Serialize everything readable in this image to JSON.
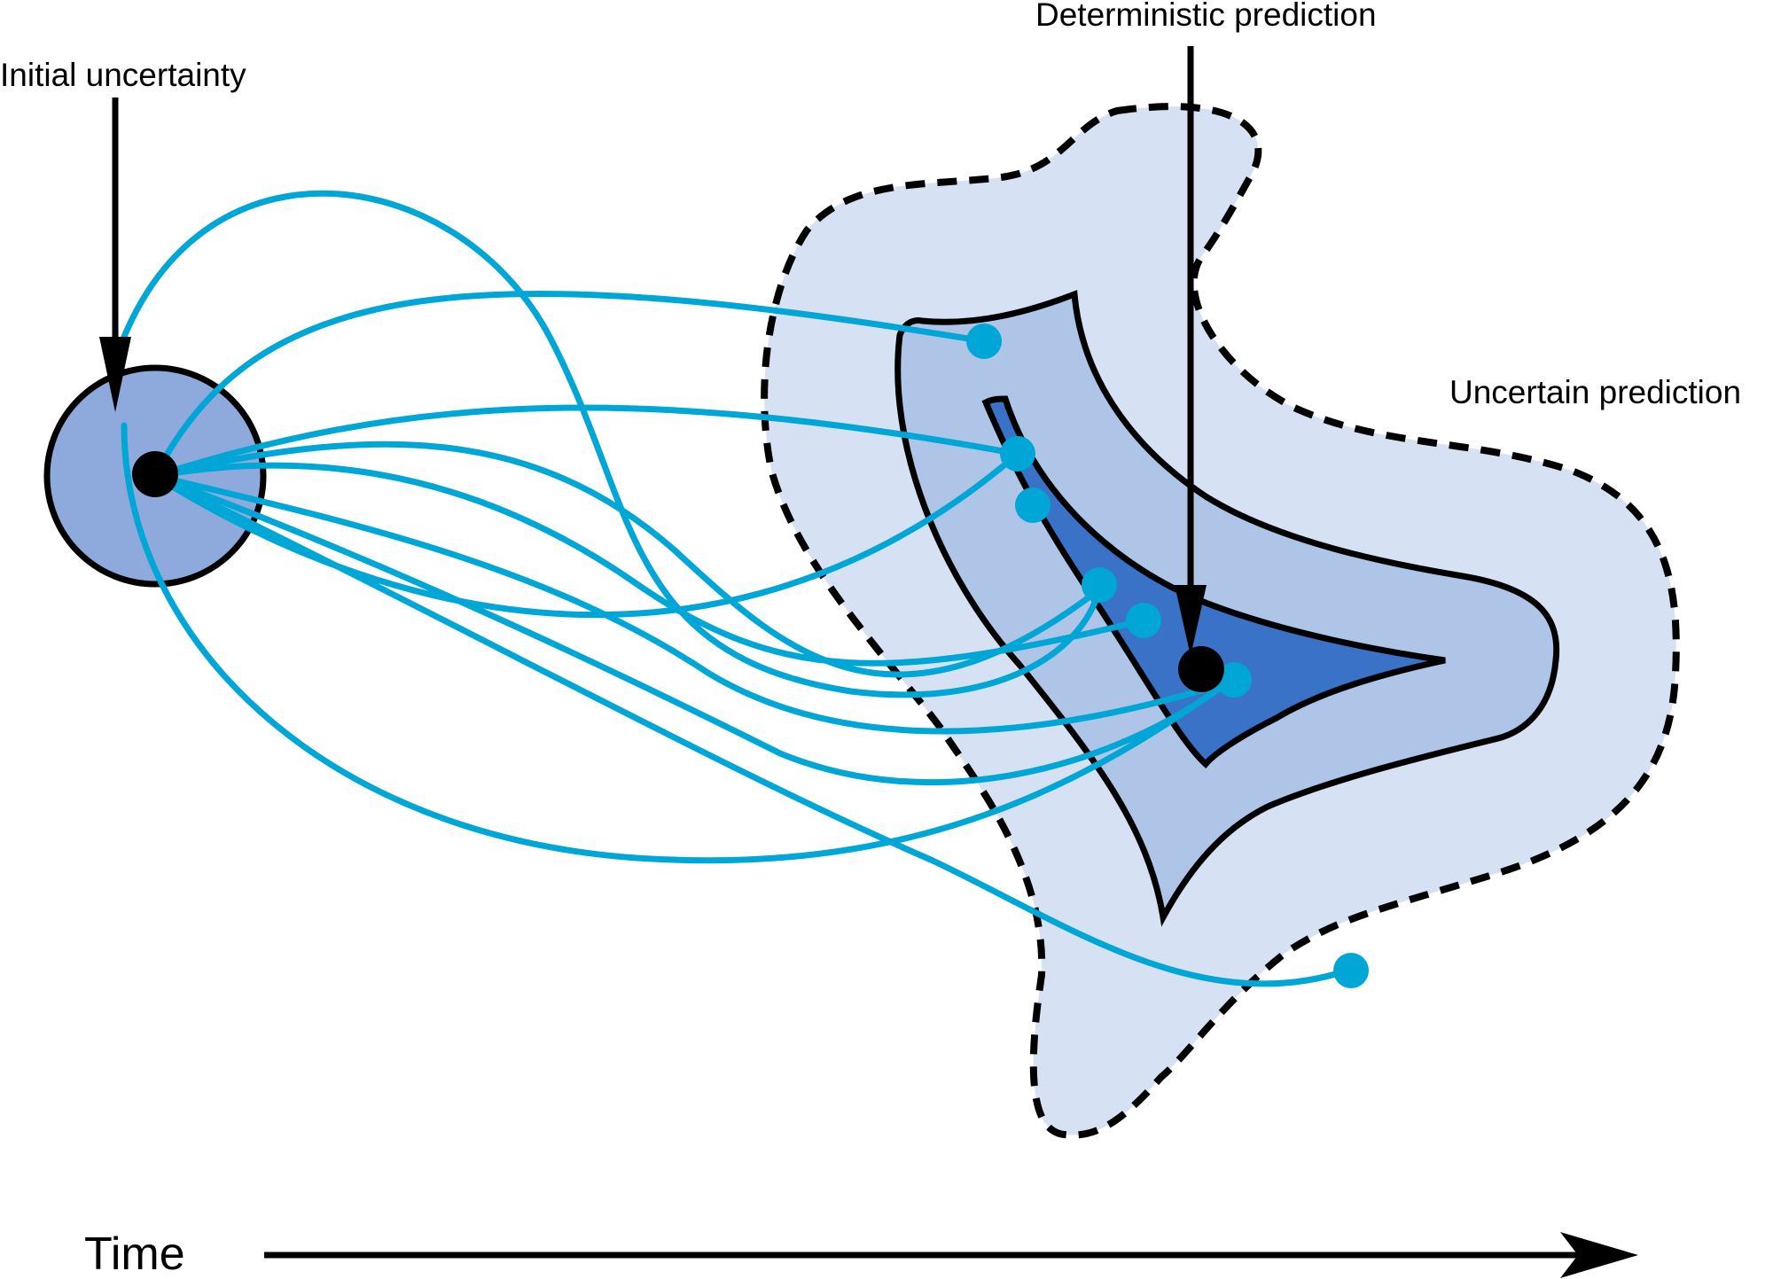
{
  "labels": {
    "initial": "Initial uncertainty",
    "deterministic": "Deterministic prediction",
    "uncertain": "Uncertain prediction",
    "time": "Time"
  },
  "colors": {
    "outer_region": "#d6e2f4",
    "middle_region": "#aec5e8",
    "inner_region": "#3a72c8",
    "initial_region": "#8eaadc",
    "trajectory": "#00a6d6",
    "outline": "#000000"
  }
}
